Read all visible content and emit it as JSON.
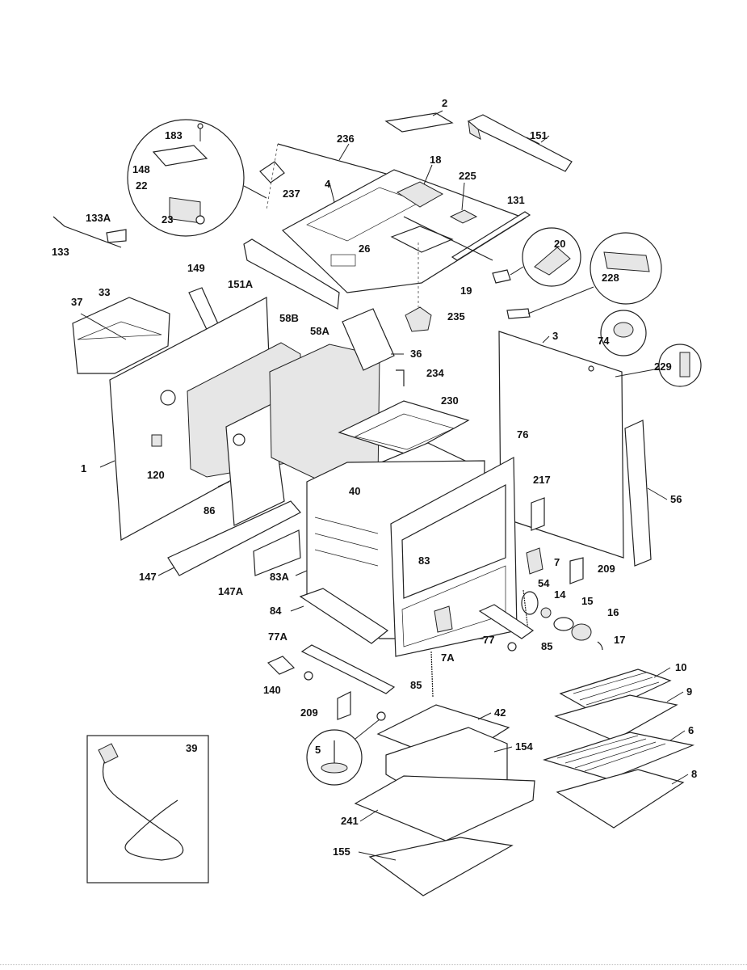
{
  "diagram": {
    "labels": {
      "p2": "2",
      "p151": "151",
      "p236": "236",
      "p18": "18",
      "p225": "225",
      "p183": "183",
      "p148": "148",
      "p22": "22",
      "p23": "23",
      "p237": "237",
      "p4": "4",
      "p131": "131",
      "p133A": "133A",
      "p133": "133",
      "p26": "26",
      "p20": "20",
      "p149": "149",
      "p151A": "151A",
      "p19": "19",
      "p228": "228",
      "p33": "33",
      "p37": "37",
      "p235": "235",
      "p58B": "58B",
      "p58A": "58A",
      "p3": "3",
      "p74": "74",
      "p36": "36",
      "p234": "234",
      "p229": "229",
      "p230": "230",
      "p1": "1",
      "p120": "120",
      "p76": "76",
      "p56": "56",
      "p40": "40",
      "p217": "217",
      "p86": "86",
      "p83": "83",
      "p7": "7",
      "p147": "147",
      "p147A": "147A",
      "p83A": "83A",
      "p209a": "209",
      "p54": "54",
      "p14": "14",
      "p15": "15",
      "p16": "16",
      "p84": "84",
      "p77A": "77A",
      "p85a": "85",
      "p7A": "7A",
      "p77": "77",
      "p17": "17",
      "p140": "140",
      "p85b": "85",
      "p10": "10",
      "p9": "9",
      "p209b": "209",
      "p42": "42",
      "p6": "6",
      "p39": "39",
      "p5": "5",
      "p154": "154",
      "p8": "8",
      "p241": "241",
      "p155": "155"
    }
  }
}
